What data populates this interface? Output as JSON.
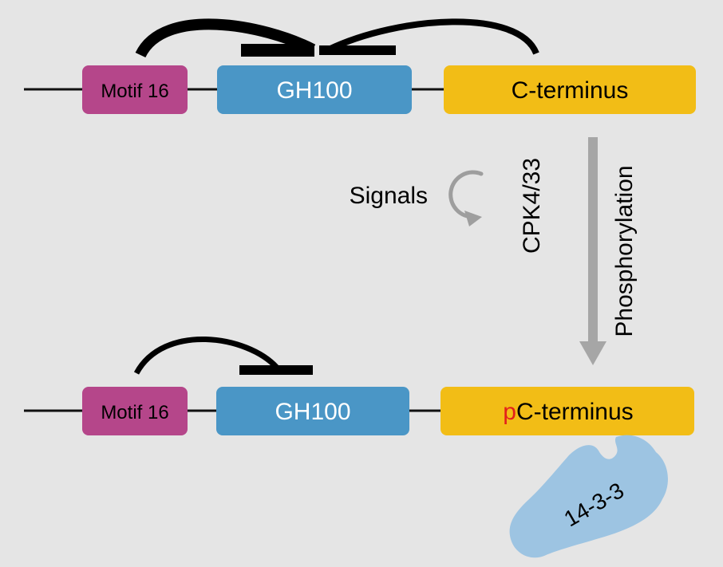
{
  "top_construct": {
    "motif_label": "Motif 16",
    "domain_label": "GH100",
    "terminus_label": "C-terminus"
  },
  "transition": {
    "signals_label": "Signals",
    "kinase_label": "CPK4/33",
    "process_label": "Phosphorylation"
  },
  "bottom_construct": {
    "motif_label": "Motif 16",
    "domain_label": "GH100",
    "terminus_prefix": "p",
    "terminus_label": "C-terminus",
    "binding_protein_label": "14-3-3"
  },
  "colors": {
    "background": "#e5e5e5",
    "motif": "#b5468a",
    "domain": "#4a96c6",
    "terminus": "#f2bd16",
    "phospho_prefix": "#e3201b",
    "binding_protein": "#9dc4e2",
    "arrow": "#a6a6a6",
    "line": "#111111"
  }
}
